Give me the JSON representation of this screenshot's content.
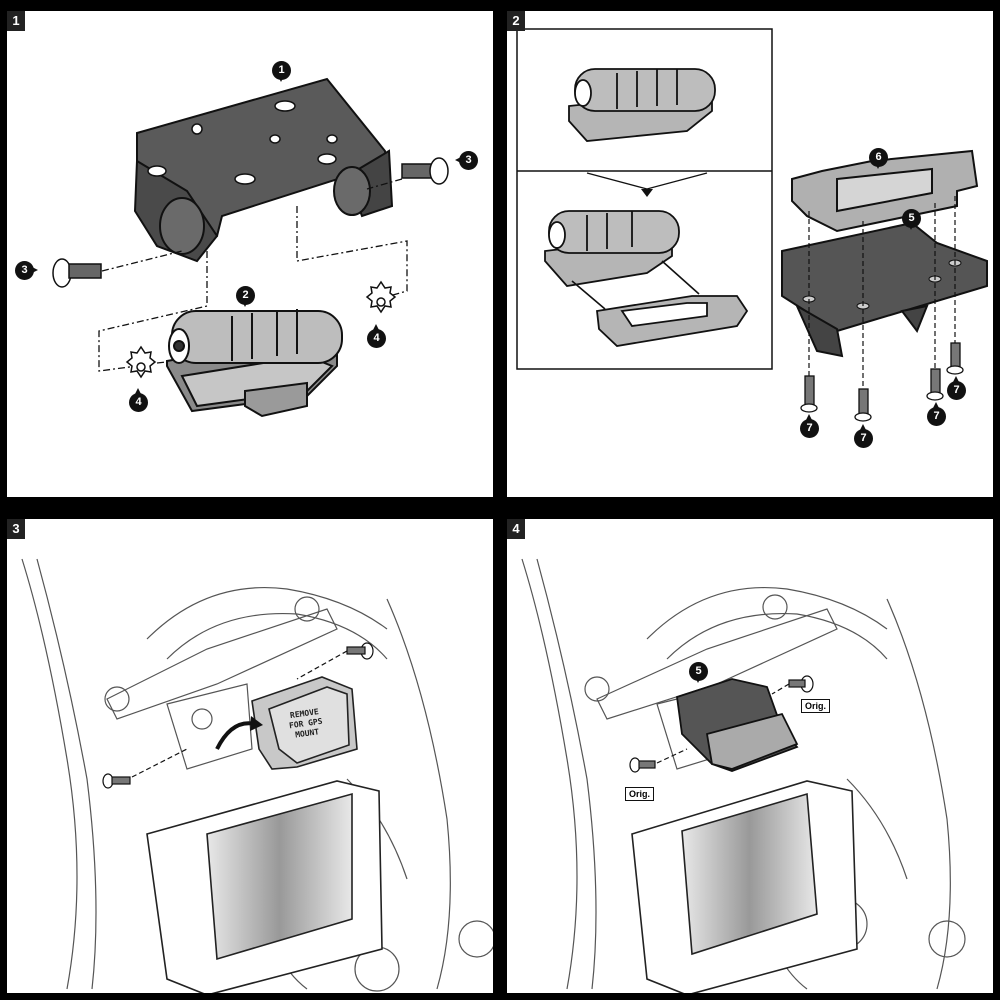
{
  "panels": [
    {
      "number": "1",
      "callouts": [
        "1",
        "2",
        "3",
        "3",
        "4",
        "4"
      ]
    },
    {
      "number": "2",
      "callouts": [
        "5",
        "6",
        "7",
        "7",
        "7",
        "7"
      ]
    },
    {
      "number": "3",
      "stamp_lines": [
        "REMOVE",
        "FOR GPS",
        "MOUNT"
      ]
    },
    {
      "number": "4",
      "callouts": [
        "5"
      ],
      "tags": [
        "Orig.",
        "Orig."
      ]
    }
  ],
  "colors": {
    "part_dark": "#5a5a5a",
    "part_light": "#b9b9b9",
    "line_art": "#555555"
  }
}
